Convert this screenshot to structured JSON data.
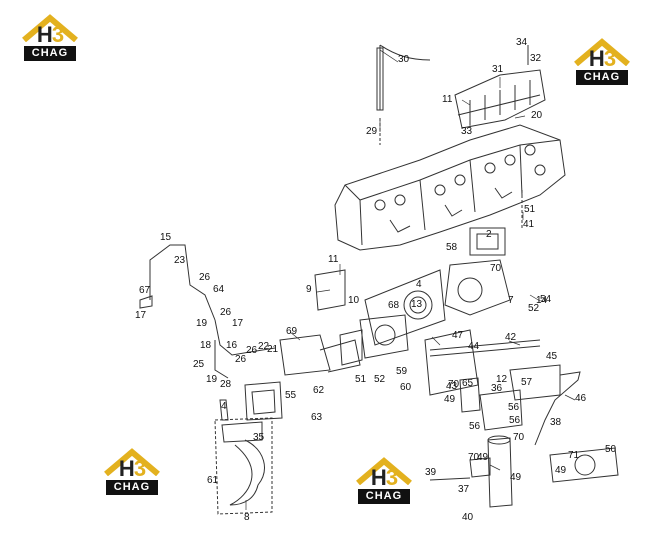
{
  "logo": {
    "mark_h": "H",
    "mark_3": "3",
    "plate": "CHAG"
  },
  "callouts": [
    "2",
    "4",
    "4",
    "7",
    "8",
    "9",
    "10",
    "11",
    "11",
    "12",
    "13",
    "14",
    "15",
    "16",
    "17",
    "17",
    "18",
    "19",
    "19",
    "20",
    "21",
    "22",
    "23",
    "25",
    "26",
    "26",
    "26",
    "26",
    "28",
    "29",
    "30",
    "31",
    "32",
    "33",
    "34",
    "35",
    "36",
    "37",
    "38",
    "39",
    "40",
    "41",
    "42",
    "43",
    "44",
    "45",
    "46",
    "47",
    "49",
    "49",
    "49",
    "49",
    "50",
    "51",
    "51",
    "52",
    "52",
    "54",
    "55",
    "56",
    "56",
    "56",
    "57",
    "58",
    "59",
    "60",
    "61",
    "62",
    "63",
    "64",
    "65",
    "67",
    "68",
    "69",
    "70",
    "70",
    "70",
    "70",
    "71"
  ],
  "colors": {
    "line": "#333333",
    "logo_gold": "#e3b11f",
    "logo_dark": "#111111"
  }
}
